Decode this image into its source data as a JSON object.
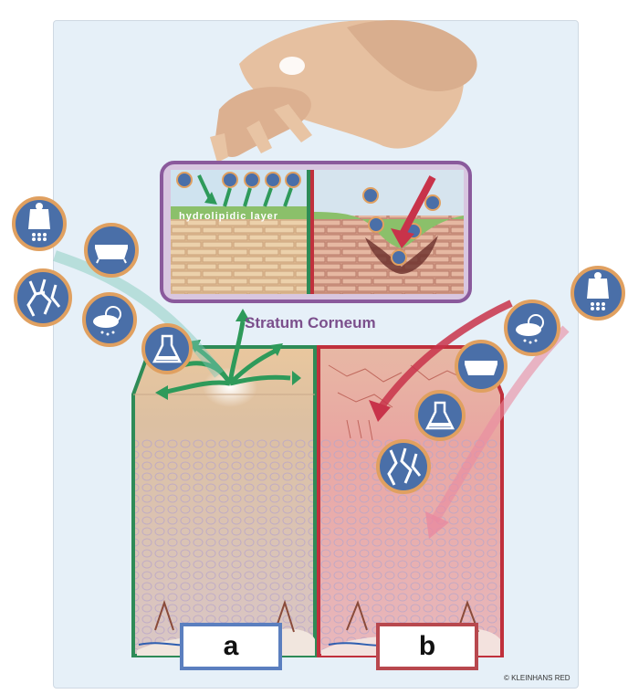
{
  "labels": {
    "hydrolipidic": "hydrolipidic layer",
    "stratum": "Stratum Corneum",
    "panel_a": "a",
    "panel_b": "b",
    "copyright": "© KLEINHANS RED"
  },
  "colors": {
    "healthy_frame": "#2e8b57",
    "damaged_frame": "#c0303c",
    "inset_frame": "#8a5a9c",
    "icon_fill": "#4a6fa8",
    "icon_ring": "#e0a060",
    "arrow_green": "#2e9a5a",
    "arrow_red": "#c8334a"
  },
  "icons_left": [
    "weight-icon",
    "bathtub-icon",
    "cracks-icon",
    "weather-icon",
    "flask-icon"
  ],
  "icons_right": [
    "weight-icon",
    "weather-icon",
    "bathtub-icon",
    "flask-icon",
    "cracks-icon"
  ]
}
